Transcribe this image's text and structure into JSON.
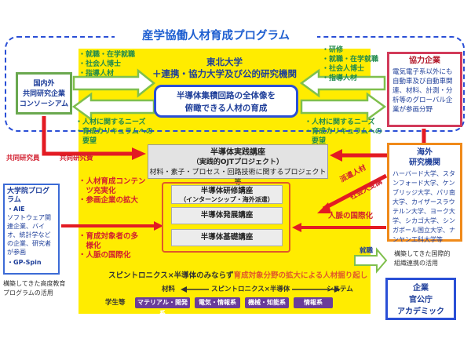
{
  "title": "産学協働人材育成プログラム",
  "left_org": {
    "lines": [
      "国内外",
      "共同研究企業",
      "コンソーシアム"
    ]
  },
  "top_left_items": [
    "・就職・在学就職",
    "・社会人博士",
    "・指導人材"
  ],
  "top_right_items": [
    "・研修",
    "・就職・在学就職",
    "・社会人博士",
    "・指導人材"
  ],
  "left_needs": [
    "・人材に関するニーズ",
    "・育成カリキュラムへの",
    "　要望"
  ],
  "right_needs": [
    "・人材に関するニーズ",
    "・育成カリキュラムへの",
    "　要望"
  ],
  "university": {
    "line1": "東北大学",
    "line2": "＋連携・協力大学及び公的研究機関"
  },
  "goal": {
    "line1": "半導体集積回路の全体像を",
    "line2": "俯瞰できる人材の育成"
  },
  "partner": {
    "title": "協力企業",
    "text": "電気電子系以外にも自動車及び自動車関連、材料、計測・分析等のグローバル企業が参画分野"
  },
  "left_labels": {
    "joint_researcher_1": "共同研究員",
    "joint_researcher_2": "共同研究費"
  },
  "practice": {
    "title": "半導体実践講座",
    "sub": "（実践的OJTプロジェクト）",
    "desc": "材料・素子・プロセス・回路技術に関するプロジェクト等"
  },
  "lectures": {
    "training": "半導体研修講座",
    "training_sub": "（インターンシップ・海外派遣）",
    "development": "半導体発展講座",
    "basic": "半導体基礎講座"
  },
  "middle_bullets_top": [
    "・人材育成コンテン",
    "　ツ充実化",
    "・参画企業の拡大"
  ],
  "middle_bullets_bottom": [
    "・育成対象者の多",
    "　様化",
    "・人脈の国際化"
  ],
  "overseas": {
    "title": "海外\n研究機関",
    "text": "ハーバード大学、スタンフォード大学、ケンブリッジ大学、パリ南大学、カイザースラウテルン大学、ヨーク大学、シカゴ大学、シンガポール国立大学、ナンヤン工科大学等"
  },
  "dispatch": {
    "line1": "派遣人材",
    "line2": "社会人受講"
  },
  "intl": "人脈の国際化",
  "grad_program": {
    "title": "大学院プログラム",
    "items": [
      "・AIE",
      "ソフトウェア関連企業、バイオ、統計学などの企業、研究者が参画",
      "・GP-Spin"
    ]
  },
  "grad_caption": [
    "構築してきた高度教育",
    "プログラムの活用"
  ],
  "intl_caption": [
    "構築してきた国際的",
    "組織連携の活用"
  ],
  "spin_line": {
    "black": "スピントロニクス×半導体のみならず",
    "orange": "育成対象分野の拡大による人材掘り起し"
  },
  "axis": {
    "left": "材料",
    "middle": "スピントロニクス×半導体",
    "right": "システム"
  },
  "students_label": "学生等",
  "chips": [
    "マテリアル・開発系",
    "電気・情報系",
    "機械・知能系",
    "情報系"
  ],
  "employment": "就職",
  "destinations": [
    "企業",
    "官公庁",
    "アカデミック"
  ],
  "colors": {
    "accent_blue": "#2a4fd6",
    "yellow": "#ffec00",
    "red": "#e31b23",
    "green_arrow": "#7fbf4d"
  }
}
